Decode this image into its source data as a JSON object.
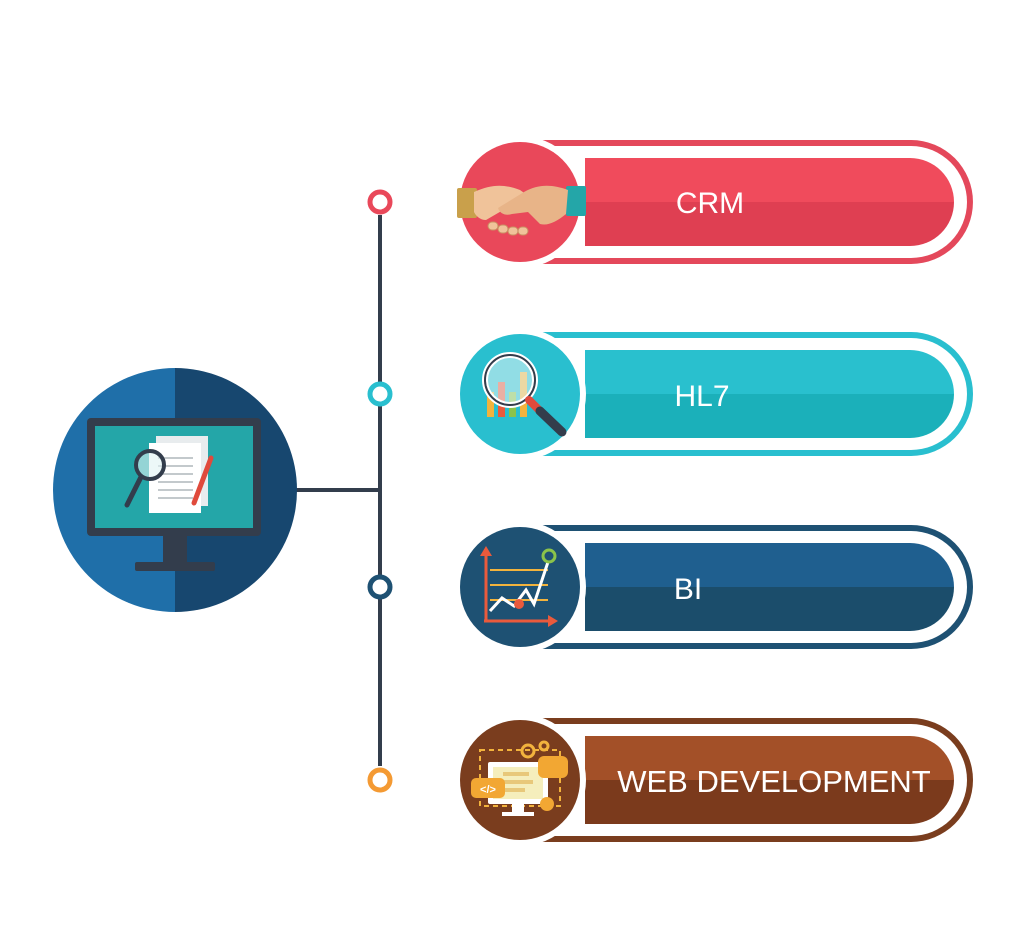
{
  "diagram": {
    "items": [
      {
        "label": "CRM",
        "color": "#f04b5c",
        "dark": "#df3f52",
        "icon": "handshake-icon"
      },
      {
        "label": "HL7",
        "color": "#29bfcf",
        "dark": "#1bb0ba",
        "icon": "magnifier-chart-icon"
      },
      {
        "label": "BI",
        "color": "#1f5f8f",
        "dark": "#1b4d6b",
        "icon": "trend-chart-icon"
      },
      {
        "label": "WEB DEVELOPMENT",
        "color": "#a35028",
        "dark": "#7b3a1c",
        "icon": "web-dev-monitor-icon"
      }
    ],
    "hub_icon": "monitor-document-search-icon",
    "connector_color": "#333d4c"
  }
}
